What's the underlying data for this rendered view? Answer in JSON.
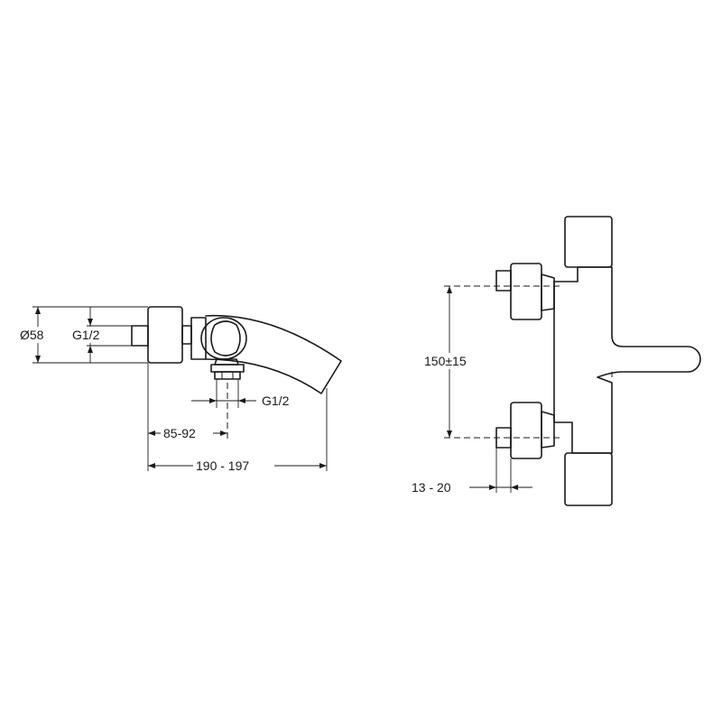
{
  "drawing": {
    "side_view": {
      "dim_diameter": "Ø58",
      "dim_inlet_thread": "G1/2",
      "dim_outlet_thread": "G1/2",
      "dim_axis_depth": "85-92",
      "dim_total_depth": "190 - 197"
    },
    "front_view": {
      "dim_centre_distance": "150±15",
      "dim_inlet_projection": "13 - 20"
    }
  }
}
